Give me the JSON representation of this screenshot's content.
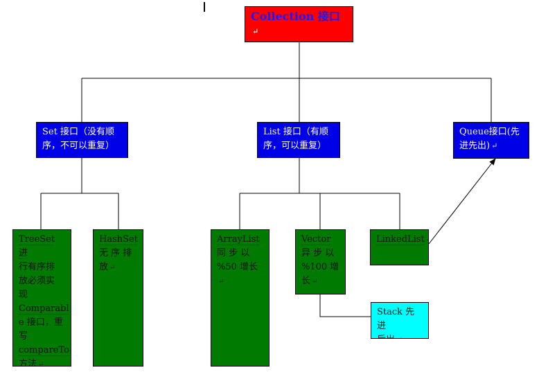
{
  "nodes": {
    "collection": {
      "lines": [
        "Collection 接口"
      ]
    },
    "set": {
      "lines": [
        "Set 接口（没有顺",
        "序，不可以重复）"
      ]
    },
    "list": {
      "lines": [
        "List 接口（有顺",
        "序，可以重复）"
      ]
    },
    "queue": {
      "lines": [
        "Queue接口(先",
        "进先出)"
      ]
    },
    "treeset": {
      "lines": [
        "TreeSet 进",
        "行有序排",
        "放必须实",
        "现",
        "Comparabl",
        "e 接口，重",
        "写",
        "compareTo",
        "方法"
      ]
    },
    "hashset": {
      "lines": [
        "HashSet",
        "无 序 排",
        "放"
      ]
    },
    "arraylist": {
      "lines": [
        "ArrayList",
        "同 步 以",
        "%50 增长"
      ]
    },
    "vector": {
      "lines": [
        "Vector",
        "异 步 以",
        "%100 增",
        "长"
      ]
    },
    "linkedlist": {
      "lines": [
        "LinkedList"
      ]
    },
    "stack": {
      "lines": [
        "Stack 先进",
        "后出"
      ]
    }
  },
  "paragraph_mark": "↵",
  "colors": {
    "interface_root": "#ff0000",
    "interface": "#0000e6",
    "implementation": "#007a00",
    "stack": "#00ffff",
    "root_text": "#1a1aff"
  }
}
